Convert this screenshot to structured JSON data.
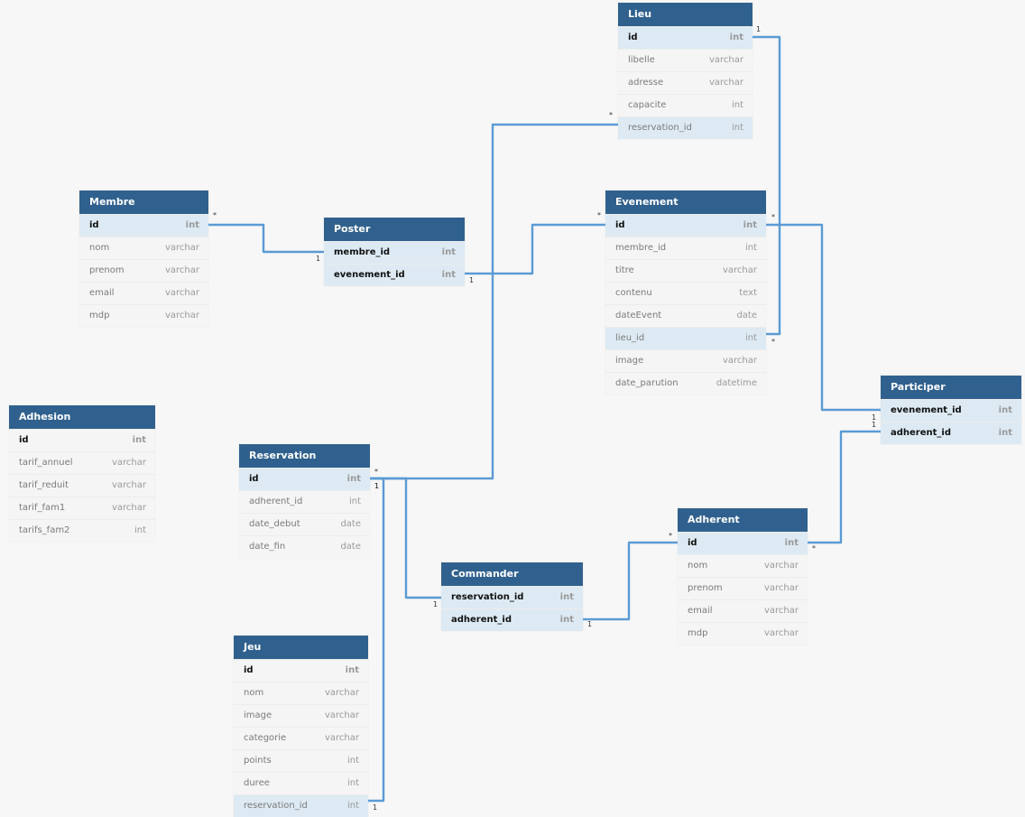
{
  "tables": [
    {
      "id": "lieu",
      "name": "Lieu",
      "columns": [
        {
          "name": "id",
          "type": "int",
          "key": true,
          "hl": true
        },
        {
          "name": "libelle",
          "type": "varchar"
        },
        {
          "name": "adresse",
          "type": "varchar"
        },
        {
          "name": "capacite",
          "type": "int"
        },
        {
          "name": "reservation_id",
          "type": "int",
          "hl": true
        }
      ]
    },
    {
      "id": "membre",
      "name": "Membre",
      "columns": [
        {
          "name": "id",
          "type": "int",
          "key": true,
          "hl": true
        },
        {
          "name": "nom",
          "type": "varchar"
        },
        {
          "name": "prenom",
          "type": "varchar"
        },
        {
          "name": "email",
          "type": "varchar"
        },
        {
          "name": "mdp",
          "type": "varchar"
        }
      ]
    },
    {
      "id": "poster",
      "name": "Poster",
      "columns": [
        {
          "name": "membre_id",
          "type": "int",
          "key": true,
          "hl": true
        },
        {
          "name": "evenement_id",
          "type": "int",
          "key": true,
          "hl": true
        }
      ]
    },
    {
      "id": "evenement",
      "name": "Evenement",
      "columns": [
        {
          "name": "id",
          "type": "int",
          "key": true,
          "hl": true
        },
        {
          "name": "membre_id",
          "type": "int"
        },
        {
          "name": "titre",
          "type": "varchar"
        },
        {
          "name": "contenu",
          "type": "text"
        },
        {
          "name": "dateEvent",
          "type": "date"
        },
        {
          "name": "lieu_id",
          "type": "int",
          "hl": true
        },
        {
          "name": "image",
          "type": "varchar"
        },
        {
          "name": "date_parution",
          "type": "datetime"
        }
      ]
    },
    {
      "id": "adhesion",
      "name": "Adhesion",
      "columns": [
        {
          "name": "id",
          "type": "int",
          "key": true
        },
        {
          "name": "tarif_annuel",
          "type": "varchar"
        },
        {
          "name": "tarif_reduit",
          "type": "varchar"
        },
        {
          "name": "tarif_fam1",
          "type": "varchar"
        },
        {
          "name": "tarifs_fam2",
          "type": "int"
        }
      ]
    },
    {
      "id": "participer",
      "name": "Participer",
      "columns": [
        {
          "name": "evenement_id",
          "type": "int",
          "key": true,
          "hl": true
        },
        {
          "name": "adherent_id",
          "type": "int",
          "key": true,
          "hl": true
        }
      ]
    },
    {
      "id": "reservation",
      "name": "Reservation",
      "columns": [
        {
          "name": "id",
          "type": "int",
          "key": true,
          "hl": true
        },
        {
          "name": "adherent_id",
          "type": "int"
        },
        {
          "name": "date_debut",
          "type": "date"
        },
        {
          "name": "date_fin",
          "type": "date"
        }
      ]
    },
    {
      "id": "adherent",
      "name": "Adherent",
      "columns": [
        {
          "name": "id",
          "type": "int",
          "key": true,
          "hl": true
        },
        {
          "name": "nom",
          "type": "varchar"
        },
        {
          "name": "prenom",
          "type": "varchar"
        },
        {
          "name": "email",
          "type": "varchar"
        },
        {
          "name": "mdp",
          "type": "varchar"
        }
      ]
    },
    {
      "id": "commander",
      "name": "Commander",
      "columns": [
        {
          "name": "reservation_id",
          "type": "int",
          "key": true,
          "hl": true
        },
        {
          "name": "adherent_id",
          "type": "int",
          "key": true,
          "hl": true
        }
      ]
    },
    {
      "id": "jeu",
      "name": "Jeu",
      "columns": [
        {
          "name": "id",
          "type": "int",
          "key": true
        },
        {
          "name": "nom",
          "type": "varchar"
        },
        {
          "name": "image",
          "type": "varchar"
        },
        {
          "name": "categorie",
          "type": "varchar"
        },
        {
          "name": "points",
          "type": "int"
        },
        {
          "name": "duree",
          "type": "int"
        },
        {
          "name": "reservation_id",
          "type": "int",
          "hl": true
        }
      ]
    }
  ],
  "relations": [
    {
      "id": "membre-poster",
      "from_card": "*",
      "to_card": "1"
    },
    {
      "id": "poster-evenement",
      "from_card": "1",
      "to_card": "*"
    },
    {
      "id": "lieu-evenement",
      "from_card": "1",
      "to_card": "*"
    },
    {
      "id": "reservation-lieu",
      "from_card": "*",
      "to_card": "*"
    },
    {
      "id": "evenement-participer",
      "from_card": "*",
      "to_card": "1"
    },
    {
      "id": "participer-adherent",
      "from_card": "1",
      "to_card": "*"
    },
    {
      "id": "reservation-commander",
      "from_card": "1",
      "to_card": "1"
    },
    {
      "id": "commander-adherent",
      "from_card": "1",
      "to_card": "*"
    },
    {
      "id": "reservation-jeu",
      "from_card": "1",
      "to_card": "1"
    }
  ],
  "colors": {
    "header": "#30618e",
    "line": "#5b9bd5",
    "highlight": "#ddeaf3"
  }
}
